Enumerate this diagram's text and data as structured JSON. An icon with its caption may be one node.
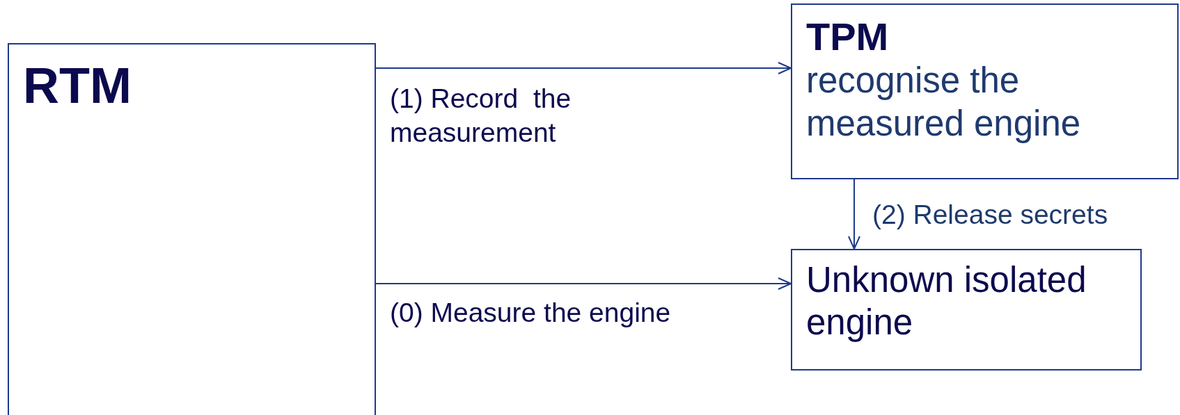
{
  "diagram": {
    "nodes": [
      {
        "text": [
          "RTM"
        ]
      },
      {
        "text": [
          "TPM",
          "recognise the measured engine"
        ]
      },
      {
        "text": [
          "Unknown isolated engine"
        ]
      }
    ],
    "edges": [
      {
        "from": 0,
        "to": 1,
        "arrow": "to",
        "label": "(1) Record  the measurement"
      },
      {
        "from": 0,
        "to": 2,
        "arrow": "to",
        "label": "(0) Measure the engine"
      },
      {
        "from": 1,
        "to": 2,
        "arrow": "to",
        "label": "(2) Release secrets"
      }
    ]
  }
}
